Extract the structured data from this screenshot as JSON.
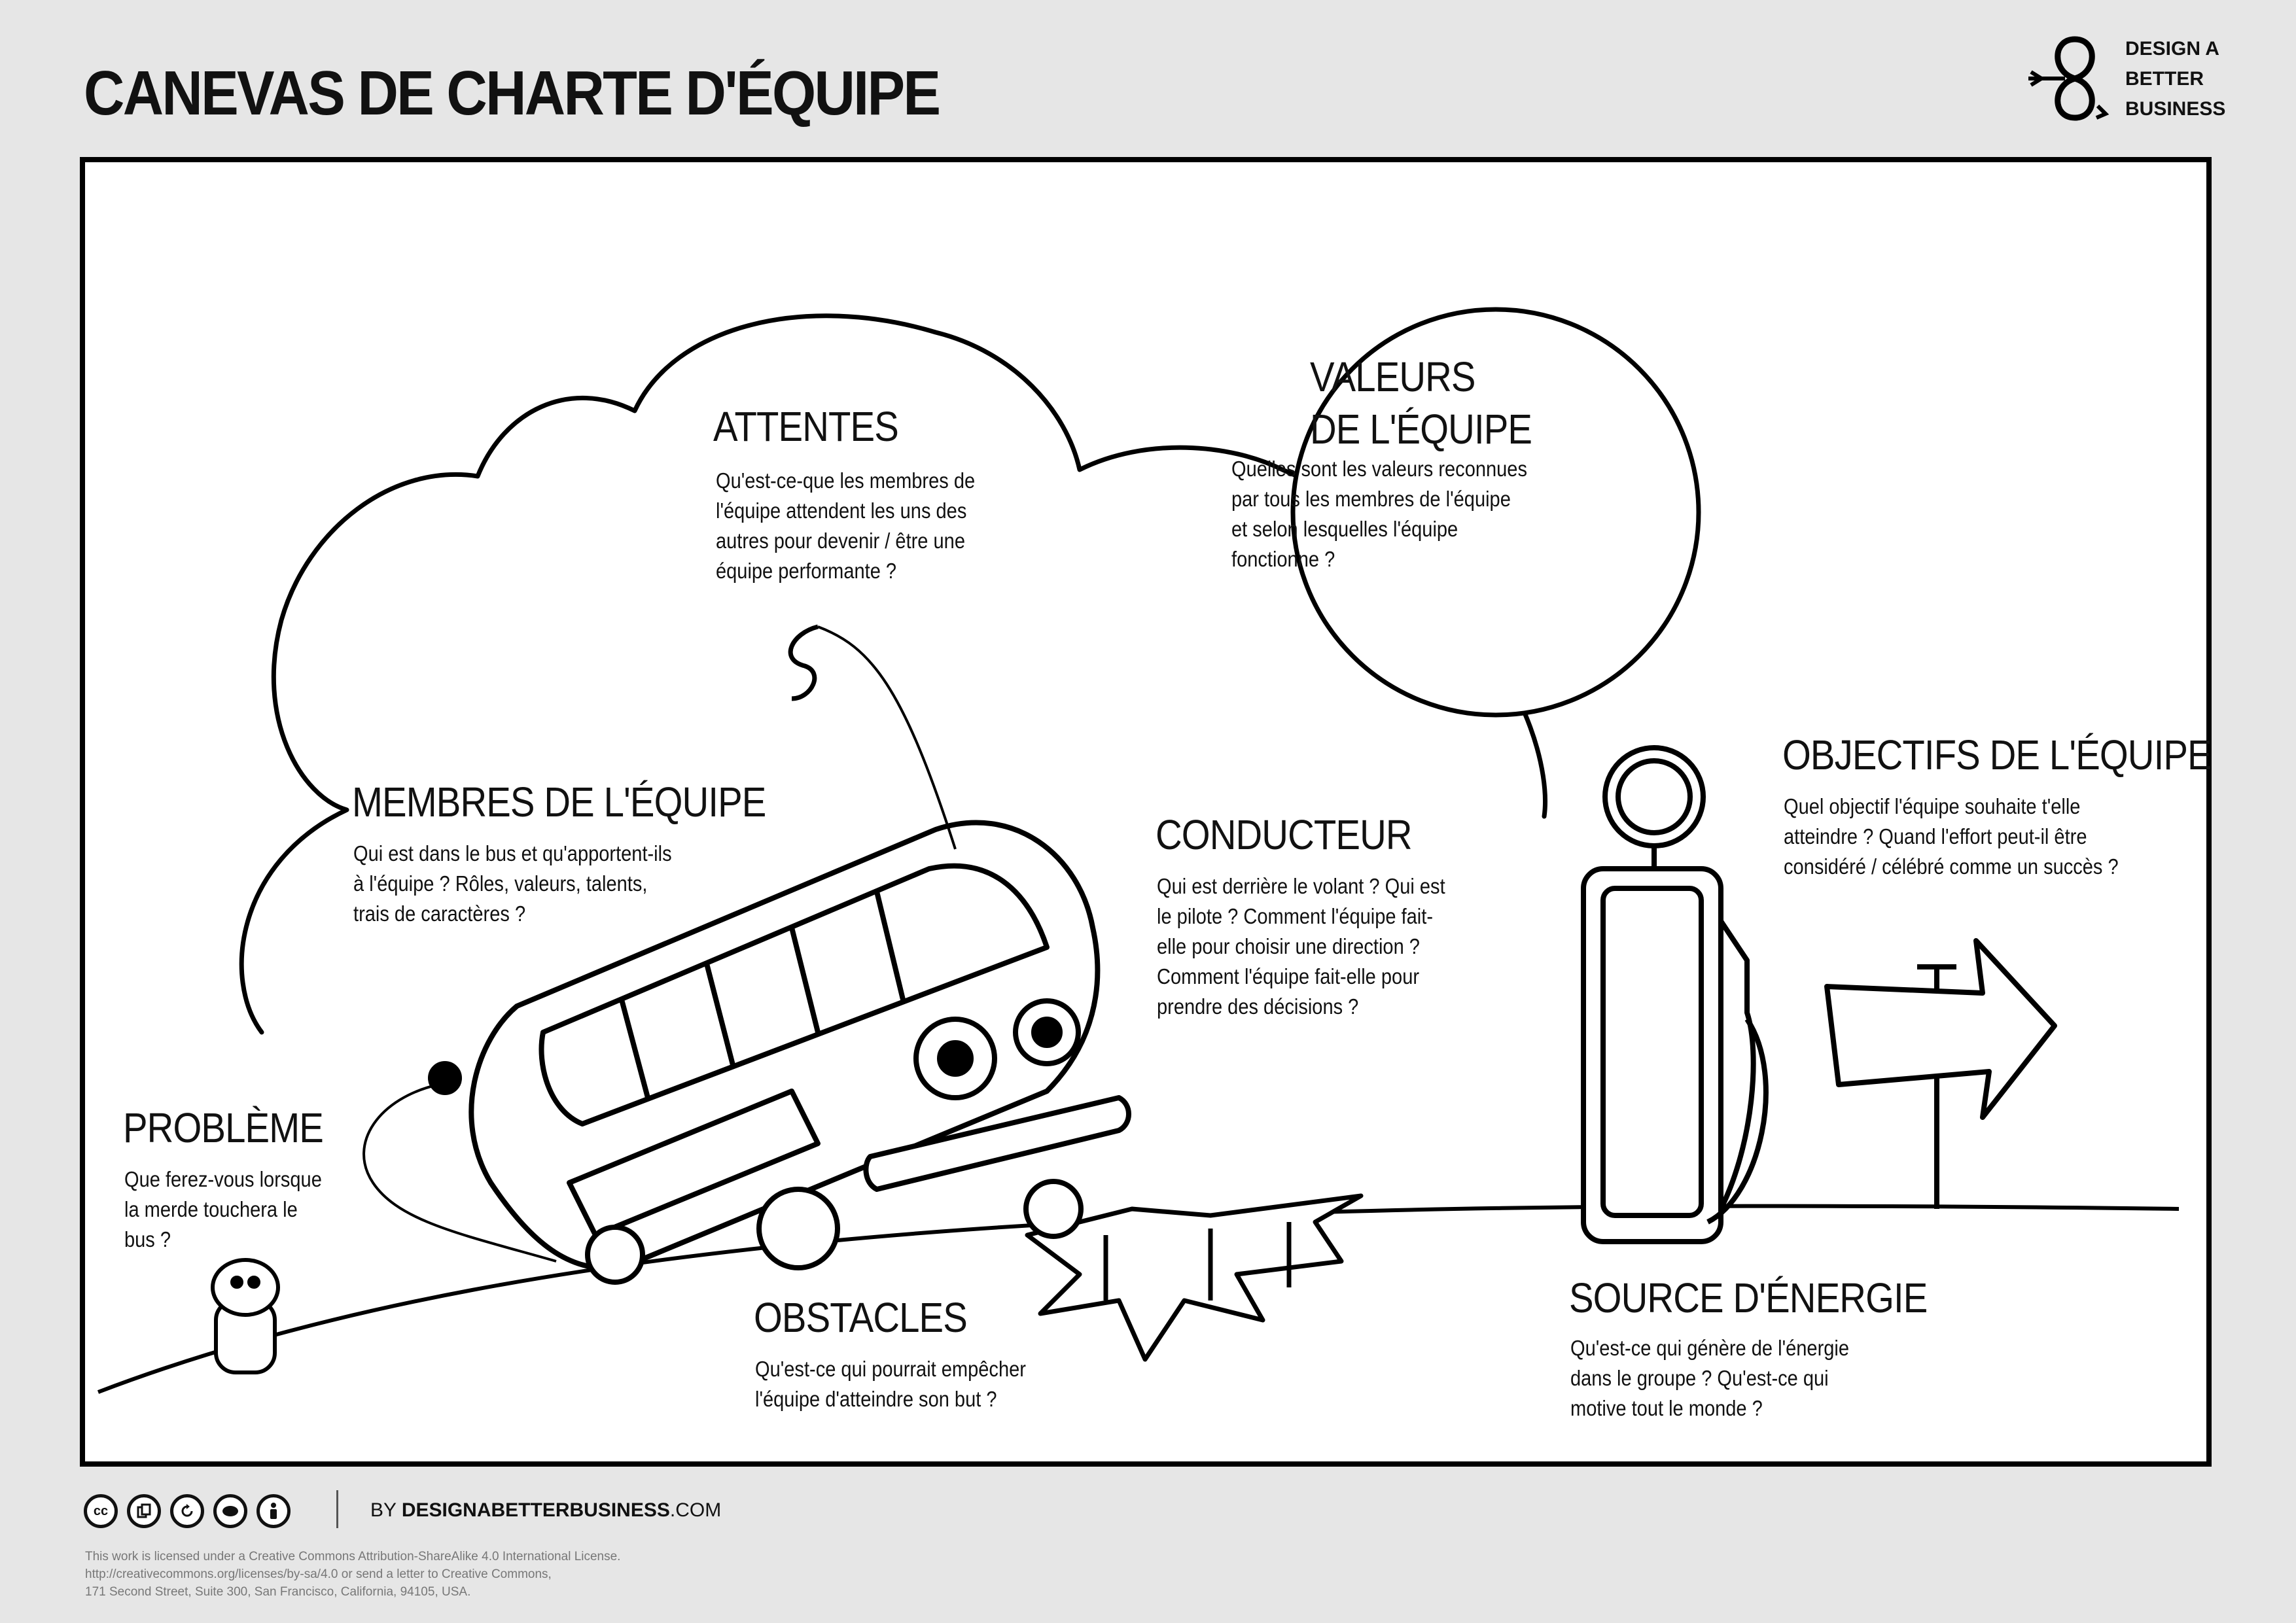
{
  "header": {
    "title": "CANEVAS DE CHARTE D'ÉQUIPE",
    "brand_lines": "DESIGN A\nBETTER\nBUSINESS",
    "brand_icon": "infinity-8-arrows-icon"
  },
  "sections": {
    "attentes": {
      "title": "ATTENTES",
      "question": "Qu'est-ce-que les membres de\nl'équipe attendent les uns des\nautres pour devenir / être une\néquipe performante ?"
    },
    "valeurs": {
      "title_line1": "VALEURS",
      "title_line2": "DE L'ÉQUIPE",
      "question": "Quelles sont les valeurs reconnues\npar tous les membres de l'équipe\net selon lesquelles l'équipe\nfonctionne ?"
    },
    "membres": {
      "title": "MEMBRES DE L'ÉQUIPE",
      "question": "Qui est dans le bus et qu'apportent-ils\nà l'équipe ? Rôles, valeurs, talents,\ntrais de caractères ?"
    },
    "conducteur": {
      "title": "CONDUCTEUR",
      "question": "Qui est derrière le volant ? Qui est\nle pilote ? Comment l'équipe fait-\nelle pour choisir une direction ?\nComment l'équipe fait-elle pour\nprendre des décisions ?"
    },
    "objectifs": {
      "title": "OBJECTIFS DE L'ÉQUIPE",
      "question": "Quel objectif l'équipe souhaite t'elle\natteindre ? Quand l'effort peut-il être\nconsidéré / célébré comme un succès ?"
    },
    "probleme": {
      "title": "PROBLÈME",
      "question": "Que ferez-vous lorsque\nla merde touchera le\nbus ?"
    },
    "obstacles": {
      "title": "OBSTACLES",
      "question": "Qu'est-ce qui pourrait empêcher\nl'équipe d'atteindre son but ?"
    },
    "source": {
      "title": "SOURCE D'ÉNERGIE",
      "question": "Qu'est-ce qui génère de l'énergie\ndans le groupe ? Qu'est-ce qui\nmotive tout le monde ?"
    }
  },
  "footer": {
    "icons": [
      "cc-icon",
      "copy-icon",
      "remix-icon",
      "sharealike-icon",
      "attribution-icon"
    ],
    "cc_label": "cc",
    "by_prefix": "BY ",
    "by_site": "DESIGNABETTERBUSINESS",
    "by_suffix": ".COM",
    "license": "This work is licensed under a Creative Commons Attribution-ShareAlike 4.0 International License.\nhttp://creativecommons.org/licenses/by-sa/4.0 or send a letter to Creative Commons,\n171 Second Street, Suite 300, San Francisco, California, 94105, USA."
  }
}
